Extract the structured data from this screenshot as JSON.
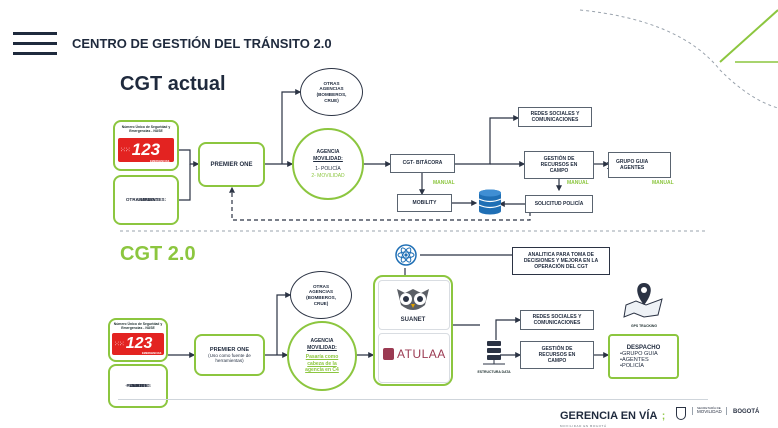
{
  "header": {
    "title": "CENTRO DE GESTIÓN DEL TRÁNSITO 2.0"
  },
  "current": {
    "section_title": "CGT actual",
    "nuse_label": "Número Único de Seguridad y Emergencias - NUSE",
    "logo_number": "123",
    "logo_caption": "EMERGENCIAS",
    "other_sources_title": "OTRAS FUENTES:",
    "other_sources": [
      "WAZE",
      "GOGEV",
      "CAMARAS"
    ],
    "premier": "PREMIER ONE",
    "other_agencies": [
      "OTRAS",
      "AGENCIAS",
      "(BOMBEROS,",
      "CRUE)"
    ],
    "agency_title": [
      "AGENCIA",
      "MOVILIDAD:"
    ],
    "agency_items": [
      "1- POLICÍA",
      "2- MOVILIDAD"
    ],
    "bitacora": "CGT- BITÁCORA",
    "mobility": "MOBILITY",
    "social": [
      "REDES SOCIALES Y",
      "COMUNICACIONES"
    ],
    "resources": [
      "GESTIÓN DE",
      "RECURSOS EN",
      "CAMPO"
    ],
    "group_items": [
      "GRUPO GUIA",
      "AGENTES"
    ],
    "police_request": "SOLICITUD POLICÍA",
    "manual_1": "MANUAL",
    "manual_2": "MANUAL",
    "manual_3": "MANUAL"
  },
  "future": {
    "section_title": "CGT 2.0",
    "nuse_label": "Número Único de Seguridad y Emergencias - NUSE",
    "logo_number": "123",
    "logo_caption": "EMERGENCIAS",
    "other_sources_title": [
      "OTRAS",
      "FUENTES:"
    ],
    "other_sources": [
      "WAZE",
      "GOGEV",
      "CAMARAS"
    ],
    "premier_title": "PREMIER ONE",
    "premier_sub": [
      "(Uso como fuente de",
      "herramientas)"
    ],
    "other_agencies": [
      "OTRAS",
      "AGENCIAS",
      "(BOMBEROS,",
      "CRUE)"
    ],
    "agency_title": [
      "AGENCIA",
      "MOVILIDAD:"
    ],
    "agency_desc": [
      "Pasaría como",
      "cabeza de la",
      "agencia en C4"
    ],
    "analytics": [
      "ANALITICA PARA TOMA DE",
      "DECISIONES Y MEJORA EN LA",
      "OPERACIÓN DEL CGT"
    ],
    "suanet": "SUANET",
    "atulaa": "ATULAA",
    "data_structure": "ESTRUCTURA DATA",
    "social": [
      "REDES SOCIALES Y",
      "COMUNICACIONES"
    ],
    "resources": [
      "GESTIÓN DE",
      "RECURSOS EN",
      "CAMPO"
    ],
    "gps": "GPS TRACKING",
    "dispatch_title": "DESPACHO",
    "dispatch_items": [
      "GRUPO GUIA",
      "AGENTES",
      "POLICÍA"
    ]
  },
  "footer": {
    "brand_main": "GERENCIA EN VÍA",
    "brand_sub": "MOVILIDAD EN BOGOTÁ",
    "secretaria": [
      "SECRETARÍA DE",
      "MOVILIDAD"
    ],
    "bogota": "BOGOTÁ"
  },
  "colors": {
    "accent_green": "#8cc63f",
    "navy": "#1f2a3d",
    "logo_red": "#e32321",
    "db_blue": "#1f6fb5"
  }
}
